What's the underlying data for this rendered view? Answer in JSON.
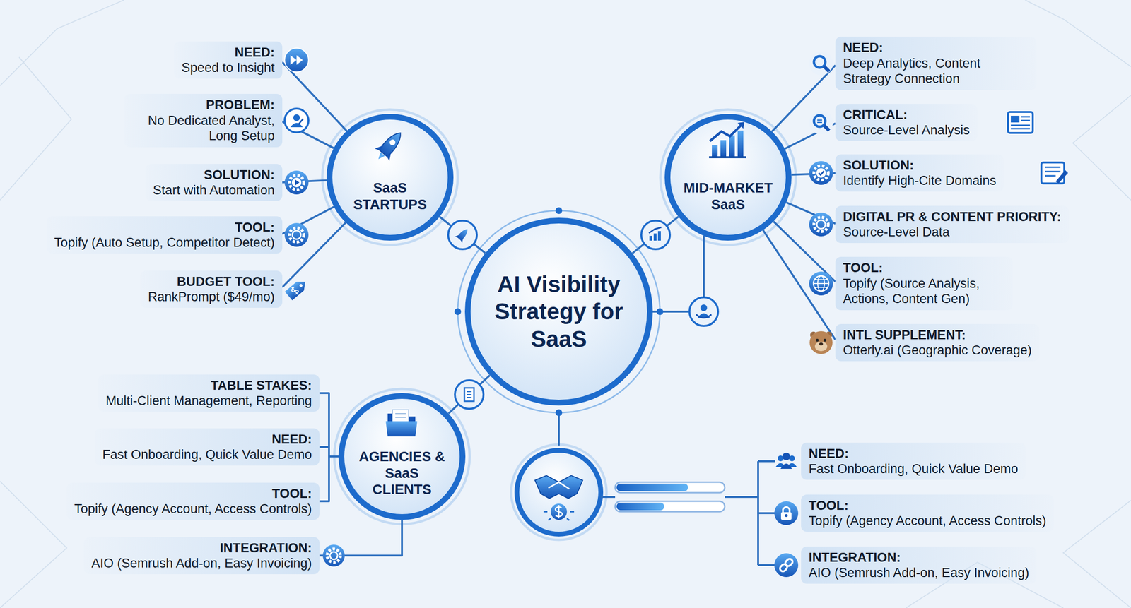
{
  "diagram": {
    "nodes": [
      {
        "text": [
          "AI Visibility Strategy for SaaS"
        ]
      },
      {
        "text": [
          "SaaS STARTUPS"
        ]
      },
      {
        "text": [
          "NEED:",
          "Speed to Insight"
        ]
      },
      {
        "text": [
          "PROBLEM:",
          "No Dedicated Analyst, Long Setup"
        ]
      },
      {
        "text": [
          "SOLUTION:",
          "Start with Automation"
        ]
      },
      {
        "text": [
          "TOOL:",
          "Topify (Auto Setup, Competitor Detect)"
        ]
      },
      {
        "text": [
          "BUDGET TOOL:",
          "RankPrompt ($49/mo)"
        ]
      },
      {
        "text": [
          "MID-MARKET SaaS"
        ]
      },
      {
        "text": [
          "NEED:",
          "Deep Analytics, Content Strategy Connection"
        ]
      },
      {
        "text": [
          "CRITICAL:",
          "Source-Level Analysis"
        ]
      },
      {
        "text": [
          "SOLUTION:",
          "Identify High-Cite Domains"
        ]
      },
      {
        "text": [
          "DIGITAL PR & CONTENT PRIORITY:",
          "Source-Level Data"
        ]
      },
      {
        "text": [
          "TOOL:",
          "Topify (Source Analysis, Actions, Content Gen)"
        ]
      },
      {
        "text": [
          "INTL SUPPLEMENT:",
          "Otterly.ai (Geographic Coverage)"
        ]
      },
      {
        "text": [
          "AGENCIES & SaaS CLIENTS"
        ]
      },
      {
        "text": [
          "TABLE STAKES:",
          "Multi-Client Management, Reporting"
        ]
      },
      {
        "text": [
          "NEED:",
          "Fast Onboarding, Quick Value Demo"
        ]
      },
      {
        "text": [
          "TOOL:",
          "Topify (Agency Account, Access Controls)"
        ]
      },
      {
        "text": [
          "INTEGRATION:",
          "AIO (Semrush Add-on, Easy Invoicing)"
        ]
      },
      {
        "text": [
          "NEED:",
          "Fast Onboarding, Quick Value Demo"
        ]
      },
      {
        "text": [
          "TOOL:",
          "Topify (Agency Account, Access Controls)"
        ]
      },
      {
        "text": [
          "INTEGRATION:",
          "AIO (Semrush Add-on, Easy Invoicing)"
        ]
      }
    ],
    "edges": [
      {
        "from": 0,
        "to": 1,
        "arrow": "none"
      },
      {
        "from": 0,
        "to": 7,
        "arrow": "none"
      },
      {
        "from": 0,
        "to": 7,
        "arrow": "none"
      },
      {
        "from": 0,
        "to": 14,
        "arrow": "none"
      },
      {
        "from": 1,
        "to": 2,
        "arrow": "none"
      },
      {
        "from": 1,
        "to": 3,
        "arrow": "none"
      },
      {
        "from": 1,
        "to": 4,
        "arrow": "none"
      },
      {
        "from": 1,
        "to": 5,
        "arrow": "none"
      },
      {
        "from": 1,
        "to": 6,
        "arrow": "none"
      },
      {
        "from": 7,
        "to": 8,
        "arrow": "none"
      },
      {
        "from": 7,
        "to": 9,
        "arrow": "none"
      },
      {
        "from": 7,
        "to": 10,
        "arrow": "none"
      },
      {
        "from": 7,
        "to": 11,
        "arrow": "none"
      },
      {
        "from": 7,
        "to": 12,
        "arrow": "none"
      },
      {
        "from": 7,
        "to": 13,
        "arrow": "none"
      },
      {
        "from": 14,
        "to": 15,
        "arrow": "none"
      },
      {
        "from": 14,
        "to": 16,
        "arrow": "none"
      },
      {
        "from": 14,
        "to": 17,
        "arrow": "none"
      },
      {
        "from": 14,
        "to": 18,
        "arrow": "none"
      }
    ]
  }
}
